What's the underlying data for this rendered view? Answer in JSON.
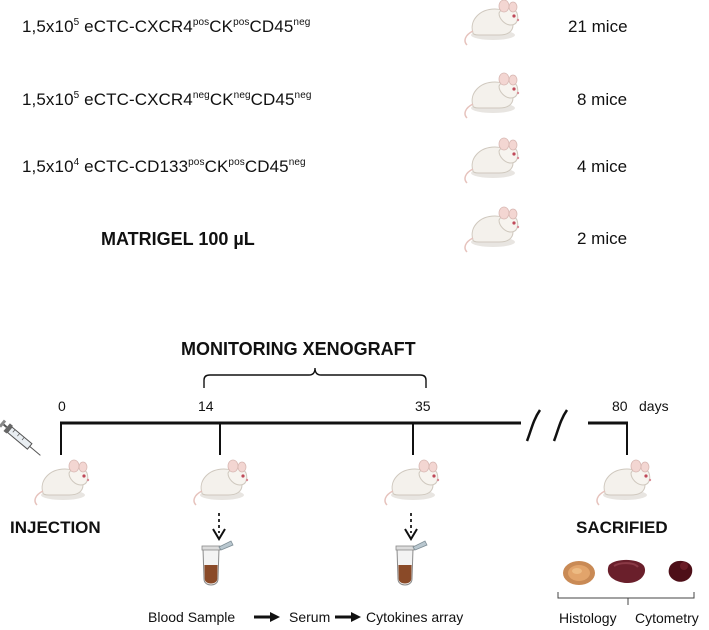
{
  "groups": [
    {
      "prefix": "1,5x10",
      "exp": "5",
      "marker_base": "eCTC-CXCR4",
      "m1": "pos",
      "m2_base": "CK",
      "m2": "pos",
      "m3_base": "CD45",
      "m3": "neg",
      "count": "21 mice"
    },
    {
      "prefix": "1,5x10",
      "exp": "5",
      "marker_base": "eCTC-CXCR4",
      "m1": "neg",
      "m2_base": "CK",
      "m2": "neg",
      "m3_base": "CD45",
      "m3": "neg",
      "count": "8 mice"
    },
    {
      "prefix": "1,5x10",
      "exp": "4",
      "marker_base": "eCTC-CD133",
      "m1": "pos",
      "m2_base": "CK",
      "m2": "pos",
      "m3_base": "CD45",
      "m3": "neg",
      "count": "4 mice"
    }
  ],
  "control": {
    "label": "MATRIGEL 100 µL",
    "count": "2 mice"
  },
  "timeline": {
    "title": "MONITORING XENOGRAFT",
    "ticks": [
      "0",
      "14",
      "35",
      "80"
    ],
    "unit": "days",
    "injection": "INJECTION",
    "sacrificed": "SACRIFIED",
    "blood_sample": "Blood Sample",
    "serum": "Serum",
    "cytokines": "Cytokines array",
    "histology": "Histology",
    "cytometry": "Cytometry"
  },
  "icons": [
    "mouse-icon",
    "syringe-icon",
    "tube-icon",
    "organ-icon",
    "arrow-icon"
  ]
}
